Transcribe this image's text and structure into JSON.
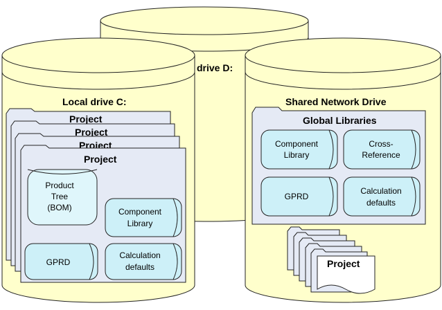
{
  "drives": {
    "back": {
      "label": "drive D:"
    },
    "local": {
      "label": "Local drive C:"
    },
    "shared": {
      "label": "Shared Network Drive"
    }
  },
  "local_projects": {
    "stack_labels": [
      "Project",
      "Project",
      "Project"
    ],
    "front_label": "Project",
    "items": {
      "product_tree": [
        "Product",
        "Tree",
        "(BOM)"
      ],
      "component_library": [
        "Component",
        "Library"
      ],
      "gprd": "GPRD",
      "calculation_defaults": [
        "Calculation",
        "defaults"
      ]
    }
  },
  "global_libraries": {
    "label": "Global Libraries",
    "items": {
      "component_library": [
        "Component",
        "Library"
      ],
      "cross_reference": [
        "Cross-",
        "Reference"
      ],
      "gprd": "GPRD",
      "calculation_defaults": [
        "Calculation",
        "defaults"
      ]
    }
  },
  "shared_projects": {
    "front_label": "Project"
  },
  "colors": {
    "drive_fill": "#ffffcc",
    "folder_fill": "#e5eaf5",
    "item_fill": "#cdf0f8",
    "item_fill_light": "#dff6fb",
    "stroke": "#222222",
    "paper_fill": "#ffffff"
  }
}
